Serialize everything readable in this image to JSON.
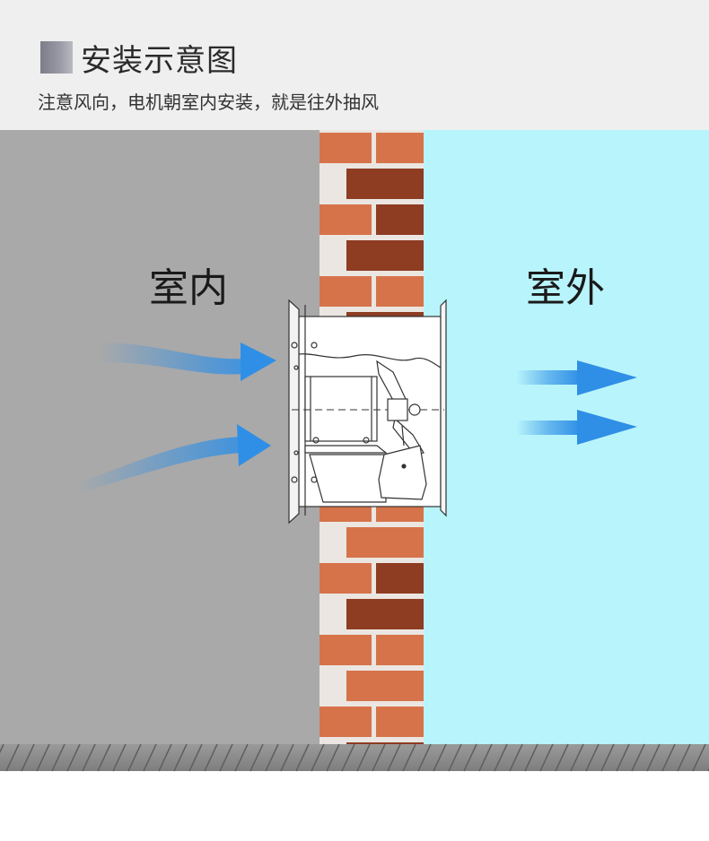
{
  "header": {
    "title": "安装示意图",
    "subtitle": "注意风向，电机朝室内安装，就是往外抽风"
  },
  "diagram": {
    "indoor_label": "室内",
    "outdoor_label": "室外",
    "colors": {
      "indoor": "#a9a9a9",
      "outdoor": "#b8f4fb",
      "brick_light": "#d6734a",
      "brick_dark": "#8e3c22",
      "mortar": "#ebe6e1",
      "arrow": "#2f8fe6",
      "floor": "#8a8a8a"
    }
  }
}
